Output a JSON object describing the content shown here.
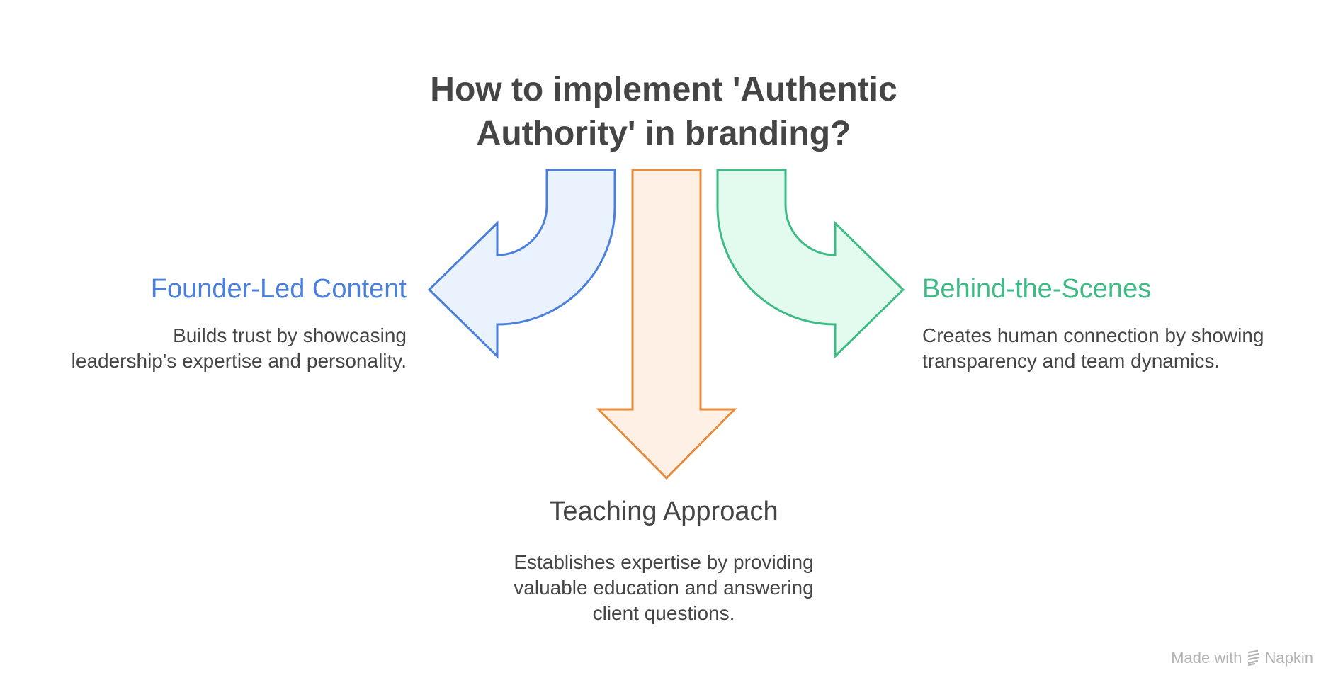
{
  "title": {
    "line1": "How to implement 'Authentic",
    "line2": "Authority' in branding?"
  },
  "colors": {
    "left": "#4a7fdc",
    "left_fill": "#eaf2fd",
    "center": "#e78c3c",
    "center_fill": "#fef0e4",
    "right": "#3dbb85",
    "right_fill": "#e3fbef",
    "text": "#454545"
  },
  "branches": {
    "left": {
      "heading": "Founder-Led Content",
      "desc_line1": "Builds trust by showcasing",
      "desc_line2": "leadership's expertise and personality."
    },
    "center": {
      "heading": "Teaching Approach",
      "desc_line1": "Establishes expertise by providing",
      "desc_line2": "valuable education and answering",
      "desc_line3": "client questions."
    },
    "right": {
      "heading": "Behind-the-Scenes",
      "desc_line1": "Creates human connection by showing",
      "desc_line2": "transparency and team dynamics."
    }
  },
  "footer": {
    "made_with": "Made with",
    "brand": "Napkin",
    "icon": "napkin-logo-icon"
  }
}
